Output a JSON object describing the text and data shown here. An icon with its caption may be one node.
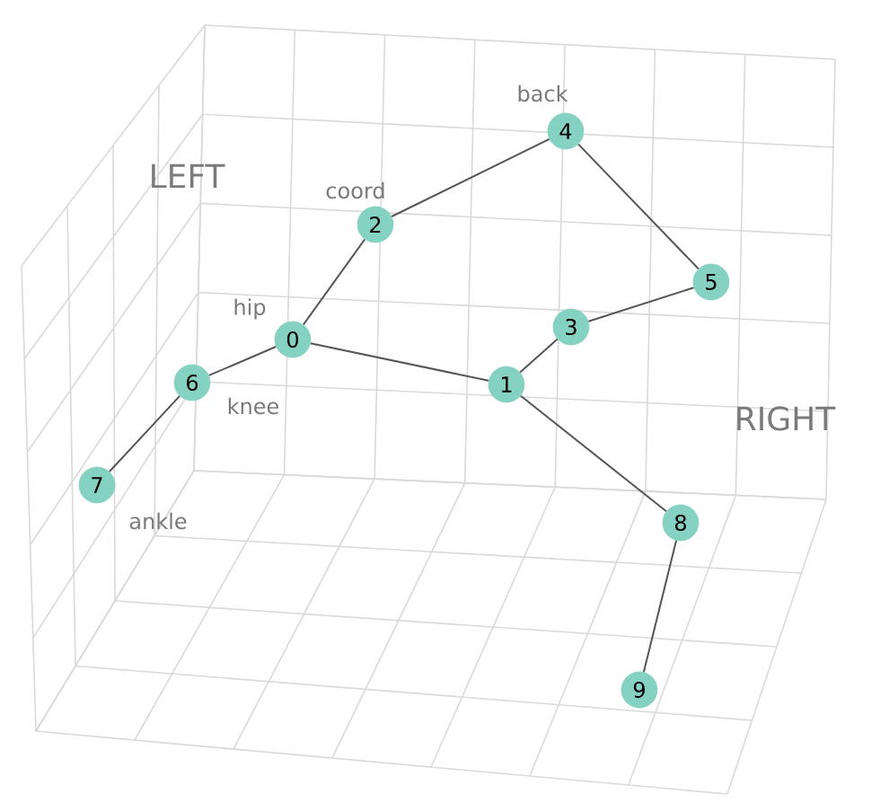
{
  "diagram": {
    "nodes": [
      {
        "text": [
          "0"
        ],
        "beside": [
          "hip"
        ]
      },
      {
        "text": [
          "1"
        ]
      },
      {
        "text": [
          "2"
        ],
        "beside": [
          "coord"
        ]
      },
      {
        "text": [
          "3"
        ]
      },
      {
        "text": [
          "4"
        ],
        "beside": [
          "back"
        ]
      },
      {
        "text": [
          "5"
        ]
      },
      {
        "text": [
          "6"
        ],
        "beside": [
          "knee"
        ]
      },
      {
        "text": [
          "7"
        ],
        "beside": [
          "ankle"
        ]
      },
      {
        "text": [
          "8"
        ]
      },
      {
        "text": [
          "9"
        ]
      }
    ],
    "edges": [
      {
        "from": 0,
        "to": 2,
        "arrow": "none"
      },
      {
        "from": 2,
        "to": 4,
        "arrow": "none"
      },
      {
        "from": 4,
        "to": 5,
        "arrow": "none"
      },
      {
        "from": 5,
        "to": 3,
        "arrow": "none"
      },
      {
        "from": 3,
        "to": 1,
        "arrow": "none"
      },
      {
        "from": 0,
        "to": 1,
        "arrow": "none"
      },
      {
        "from": 1,
        "to": 8,
        "arrow": "none"
      },
      {
        "from": 8,
        "to": 9,
        "arrow": "none"
      },
      {
        "from": 0,
        "to": 6,
        "arrow": "none"
      },
      {
        "from": 6,
        "to": 7,
        "arrow": "none"
      }
    ],
    "labels": [
      "LEFT",
      "RIGHT"
    ]
  }
}
